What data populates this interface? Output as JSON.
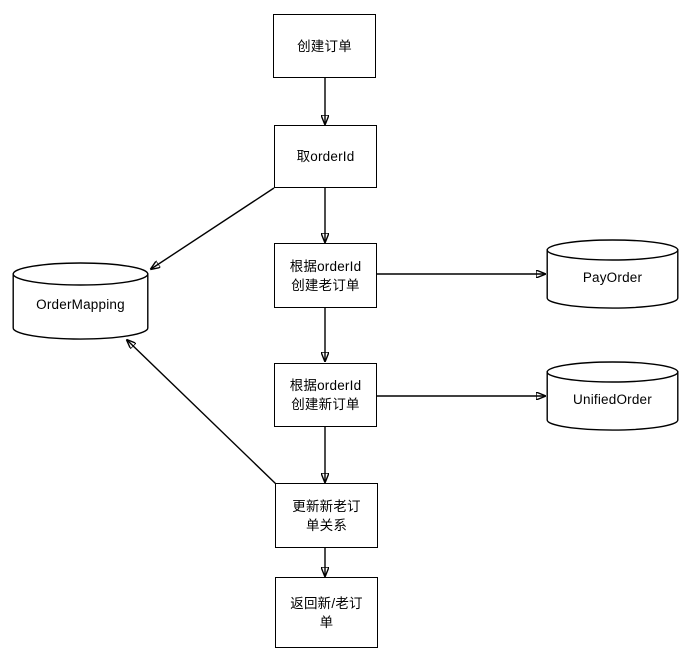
{
  "diagram": {
    "title": "Order creation flowchart",
    "background_color": "#ffffff",
    "line_color": "#000000",
    "nodes": {
      "create_order": {
        "label": "创建订单",
        "shape": "process"
      },
      "get_order_id": {
        "label": "取orderId",
        "shape": "process"
      },
      "create_old_order": {
        "label": "根据orderId\n创建老订单",
        "shape": "process"
      },
      "create_new_order": {
        "label": "根据orderId\n创建新订单",
        "shape": "process"
      },
      "update_relation": {
        "label": "更新新老订\n单关系",
        "shape": "process"
      },
      "return_order": {
        "label": "返回新/老订\n单",
        "shape": "process"
      },
      "order_mapping": {
        "label": "OrderMapping",
        "shape": "database"
      },
      "pay_order": {
        "label": "PayOrder",
        "shape": "database"
      },
      "unified_order": {
        "label": "UnifiedOrder",
        "shape": "database"
      }
    },
    "edges": [
      {
        "from": "create_order",
        "to": "get_order_id"
      },
      {
        "from": "get_order_id",
        "to": "order_mapping"
      },
      {
        "from": "get_order_id",
        "to": "create_old_order"
      },
      {
        "from": "create_old_order",
        "to": "pay_order"
      },
      {
        "from": "create_old_order",
        "to": "create_new_order"
      },
      {
        "from": "create_new_order",
        "to": "unified_order"
      },
      {
        "from": "create_new_order",
        "to": "update_relation"
      },
      {
        "from": "update_relation",
        "to": "order_mapping"
      },
      {
        "from": "update_relation",
        "to": "return_order"
      }
    ]
  }
}
